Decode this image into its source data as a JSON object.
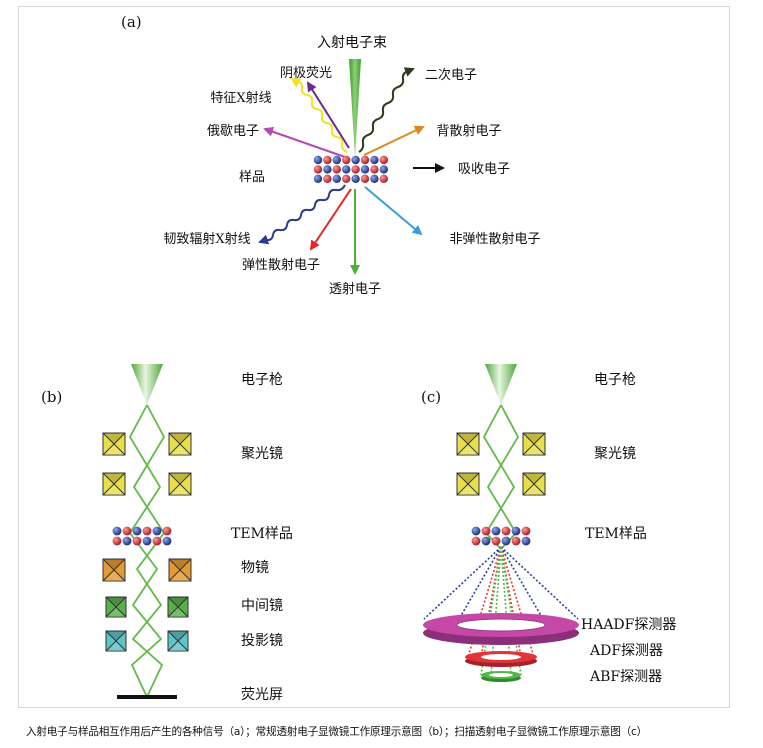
{
  "panel_a": {
    "tag": "(a)",
    "labels": {
      "incident_beam": "入射电子束",
      "cathodoluminescence": "阴极荧光",
      "secondary_electrons": "二次电子",
      "characteristic_xray": "特征X射线",
      "auger_electrons": "俄歇电子",
      "backscattered_electrons": "背散射电子",
      "sample": "样品",
      "absorbed_electrons": "吸收电子",
      "bremsstrahlung_xray": "韧致辐射X射线",
      "inelastic_scattered": "非弹性散射电子",
      "elastic_scattered": "弹性散射电子",
      "transmitted_electrons": "透射电子"
    }
  },
  "panel_b": {
    "tag": "(b)",
    "labels": {
      "electron_gun": "电子枪",
      "condenser": "聚光镜",
      "tem_sample": "TEM样品",
      "objective": "物镜",
      "intermediate": "中间镜",
      "projector": "投影镜",
      "screen": "荧光屏"
    }
  },
  "panel_c": {
    "tag": "(c)",
    "labels": {
      "electron_gun": "电子枪",
      "condenser": "聚光镜",
      "tem_sample": "TEM样品",
      "haadf": "HAADF探测器",
      "adf": "ADF探测器",
      "abf": "ABF探测器"
    }
  },
  "colors": {
    "beam_green": "#5fba46",
    "atom_blue": "#1e3a8a",
    "atom_red": "#c0282c",
    "lens_yellow": "#e8e04a",
    "lens_orange": "#e39a35",
    "lens_green": "#58b04a",
    "lens_cyan": "#5dc4c7",
    "haadf_magenta": "#c548a6",
    "adf_red": "#e0363a",
    "abf_green": "#4fb848"
  },
  "caption": "入射电子与样品相互作用后产生的各种信号（a）；常规透射电子显微镜工作原理示意图（b）；扫描透射电子显微镜工作原理示意图（c）"
}
